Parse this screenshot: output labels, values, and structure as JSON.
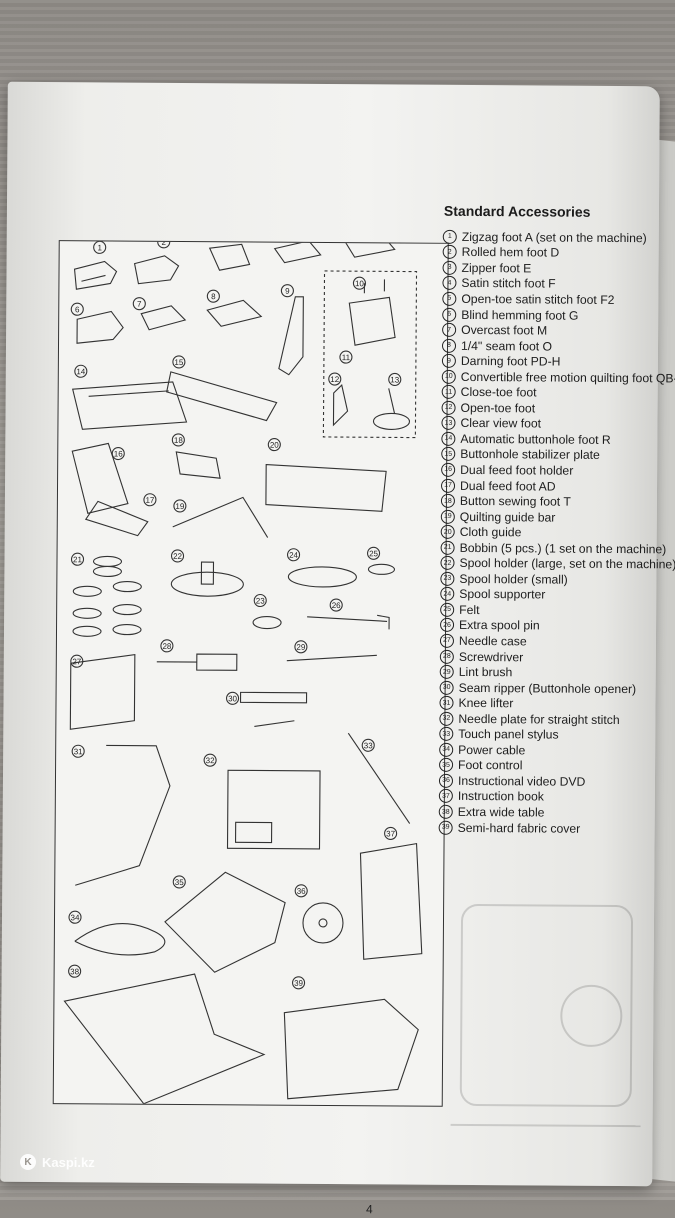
{
  "section_title": "Standard Accessories",
  "accessories": [
    {
      "num": "1",
      "name": "Zigzag foot A (set on the machine)"
    },
    {
      "num": "2",
      "name": "Rolled hem foot D"
    },
    {
      "num": "3",
      "name": "Zipper foot E"
    },
    {
      "num": "4",
      "name": "Satin stitch foot F"
    },
    {
      "num": "5",
      "name": "Open-toe satin stitch foot F2"
    },
    {
      "num": "6",
      "name": "Blind hemming foot G"
    },
    {
      "num": "7",
      "name": "Overcast foot M"
    },
    {
      "num": "8",
      "name": "1/4ʺ seam foot O"
    },
    {
      "num": "9",
      "name": "Darning foot PD-H"
    },
    {
      "num": "10",
      "name": "Convertible free motion quilting foot QB-S"
    },
    {
      "num": "11",
      "name": "Close-toe foot"
    },
    {
      "num": "12",
      "name": "Open-toe foot"
    },
    {
      "num": "13",
      "name": "Clear view foot"
    },
    {
      "num": "14",
      "name": "Automatic buttonhole foot R"
    },
    {
      "num": "15",
      "name": "Buttonhole stabilizer plate"
    },
    {
      "num": "16",
      "name": "Dual feed foot holder"
    },
    {
      "num": "17",
      "name": "Dual feed foot AD"
    },
    {
      "num": "18",
      "name": "Button sewing foot T"
    },
    {
      "num": "19",
      "name": "Quilting guide bar"
    },
    {
      "num": "20",
      "name": "Cloth guide"
    },
    {
      "num": "21",
      "name": "Bobbin (5 pcs.) (1 set on the machine)"
    },
    {
      "num": "22",
      "name": "Spool holder (large, set on the machine)"
    },
    {
      "num": "23",
      "name": "Spool holder (small)"
    },
    {
      "num": "24",
      "name": "Spool supporter"
    },
    {
      "num": "25",
      "name": "Felt"
    },
    {
      "num": "26",
      "name": "Extra spool pin"
    },
    {
      "num": "27",
      "name": "Needle case"
    },
    {
      "num": "28",
      "name": "Screwdriver"
    },
    {
      "num": "29",
      "name": "Lint brush"
    },
    {
      "num": "30",
      "name": "Seam ripper (Buttonhole opener)"
    },
    {
      "num": "31",
      "name": "Knee lifter"
    },
    {
      "num": "32",
      "name": "Needle plate for straight stitch"
    },
    {
      "num": "33",
      "name": "Touch panel stylus"
    },
    {
      "num": "34",
      "name": "Power cable"
    },
    {
      "num": "35",
      "name": "Foot control"
    },
    {
      "num": "36",
      "name": "Instructional video DVD"
    },
    {
      "num": "37",
      "name": "Instruction book"
    },
    {
      "num": "38",
      "name": "Extra wide table"
    },
    {
      "num": "39",
      "name": "Semi-hard fabric cover"
    }
  ],
  "page_number": "4",
  "watermark": "Kaspi.kz"
}
